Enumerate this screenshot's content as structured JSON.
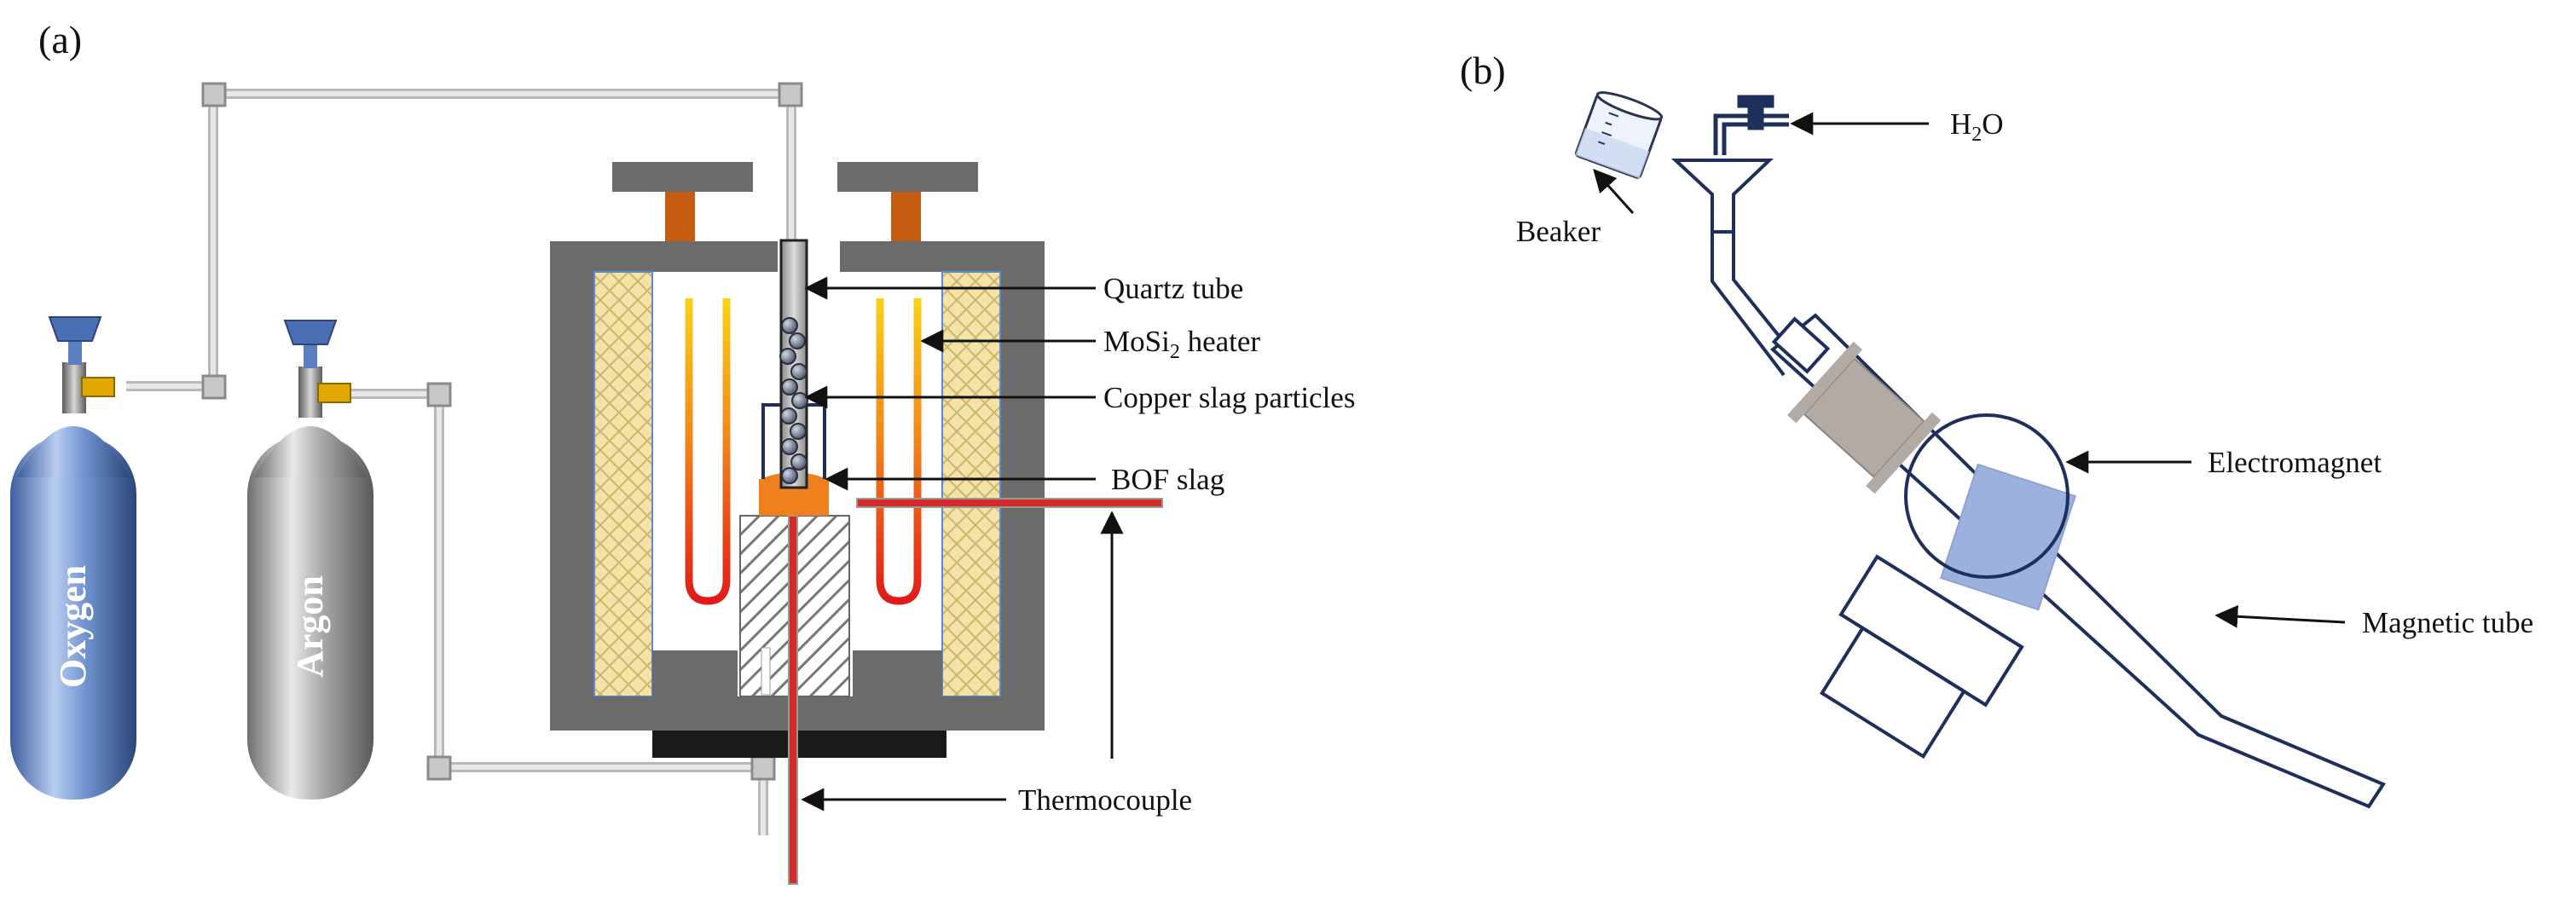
{
  "panels": {
    "a": "(a)",
    "b": "(b)"
  },
  "cylinders": {
    "oxygen": "Oxygen",
    "argon": "Argon"
  },
  "labels_a": {
    "quartz_tube": "Quartz tube",
    "heater_main": "MoSi",
    "heater_sub": "2",
    "heater_rest": " heater",
    "copper_slag": "Copper slag particles",
    "bof_slag": "BOF slag",
    "thermocouple": "Thermocouple"
  },
  "labels_b": {
    "h2o_main": "H",
    "h2o_sub": "2",
    "h2o_rest": "O",
    "beaker": "Beaker",
    "electromagnet": "Electromagnet",
    "magnetic_tube": "Magnetic tube"
  },
  "colors": {
    "furnace_gray": "#6b6b6b",
    "insulation_yellow": "#f3e3a8",
    "copper_orange": "#c65b12",
    "bof_orange": "#f07f1e",
    "thermocouple_red": "#d42a2a",
    "tube_navy": "#1f2f5c",
    "magnet_blue": "#9db1de",
    "oxygen_blue": "#5b7fc0",
    "argon_gray": "#9a9a9a"
  }
}
